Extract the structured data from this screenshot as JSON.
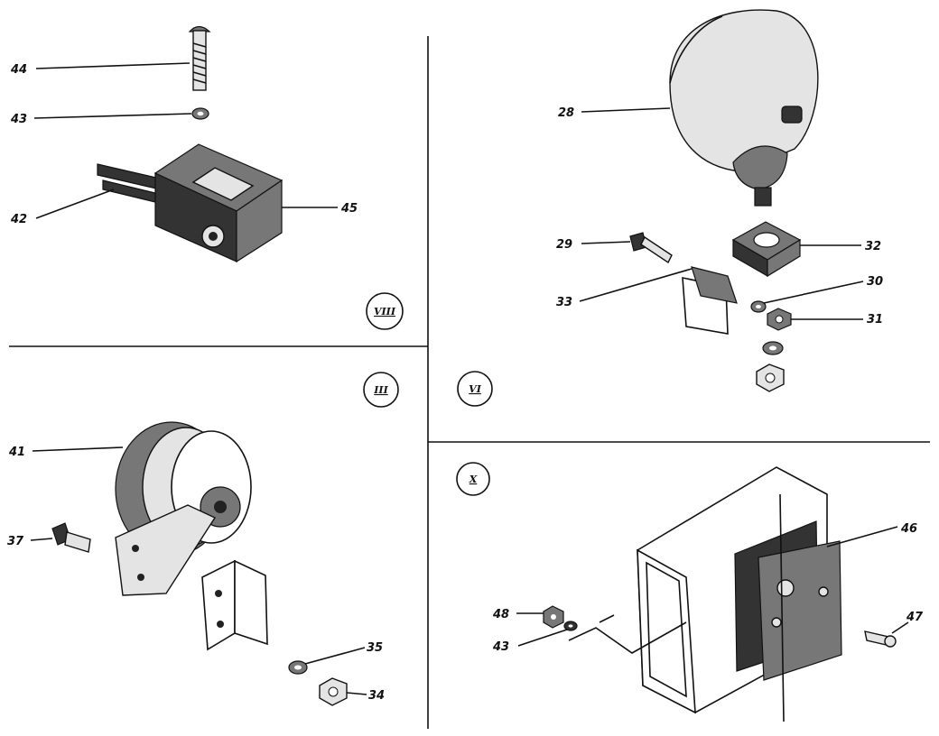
{
  "sections": {
    "viii": {
      "label": "VIII"
    },
    "vi": {
      "label": "VI"
    },
    "iii": {
      "label": "III"
    },
    "x": {
      "label": "X"
    }
  },
  "callouts": {
    "c44": "44",
    "c43a": "43",
    "c42": "42",
    "c45": "45",
    "c28": "28",
    "c29": "29",
    "c32": "32",
    "c30": "30",
    "c33": "33",
    "c31": "31",
    "c41": "41",
    "c37": "37",
    "c35": "35",
    "c34": "34",
    "c46": "46",
    "c48": "48",
    "c43b": "43",
    "c47": "47"
  }
}
